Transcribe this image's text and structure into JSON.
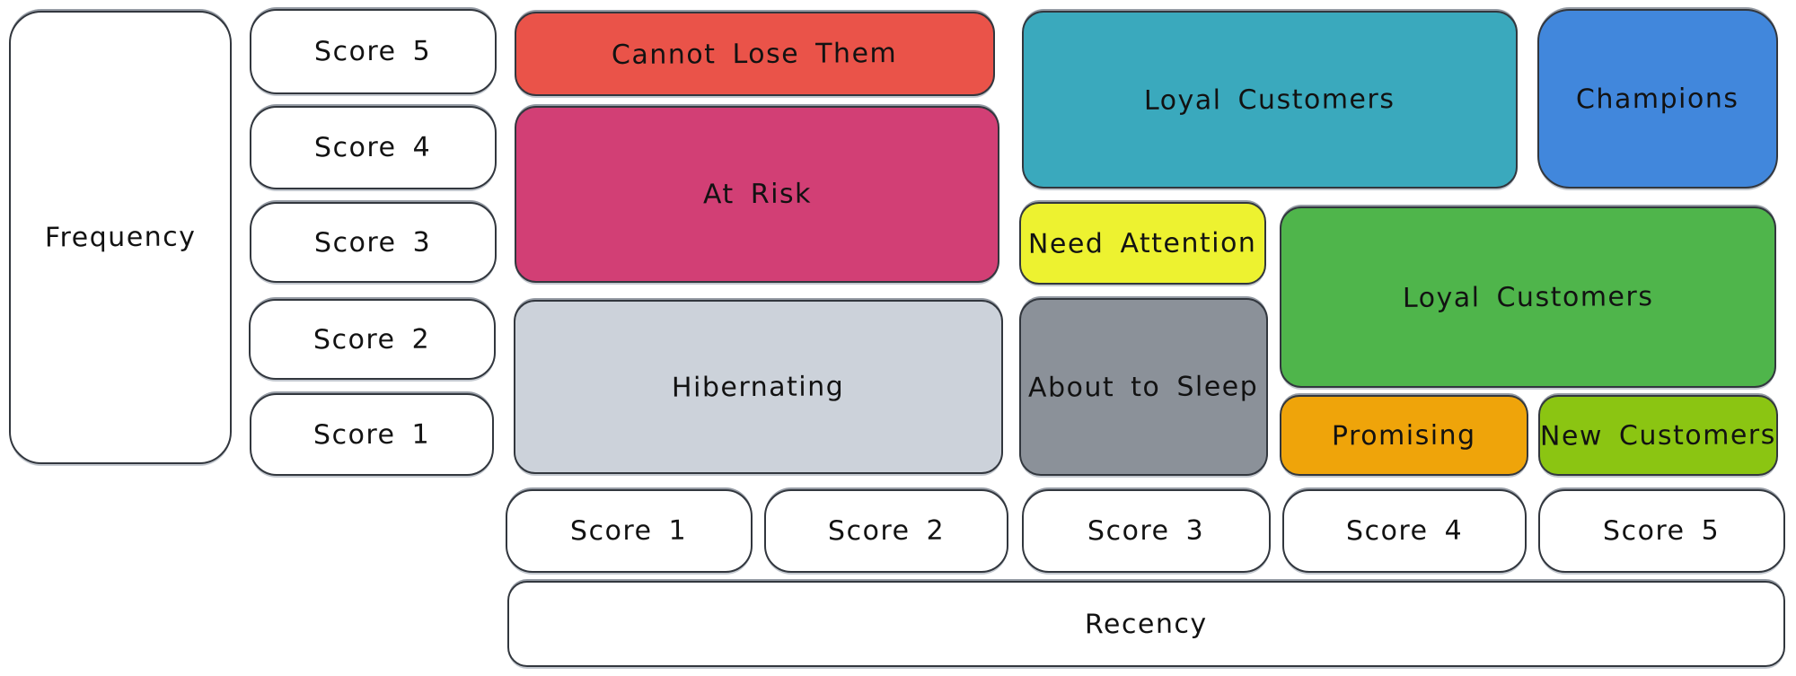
{
  "diagram": {
    "background": "#ffffff",
    "stroke_color": "#32373e",
    "text_color": "#121212"
  },
  "axes": {
    "frequency": {
      "label": "Frequency",
      "scores": [
        "Score 5",
        "Score 4",
        "Score 3",
        "Score 2",
        "Score 1"
      ]
    },
    "recency": {
      "label": "Recency",
      "scores": [
        "Score 1",
        "Score 2",
        "Score 3",
        "Score 4",
        "Score 5"
      ]
    }
  },
  "segments": {
    "cannot_lose_them": {
      "label": "Cannot Lose Them",
      "color": "#ea5349"
    },
    "at_risk": {
      "label": "At Risk",
      "color": "#d23f75"
    },
    "hibernating": {
      "label": "Hibernating",
      "color": "#ccd2da"
    },
    "loyal_customers_top": {
      "label": "Loyal Customers",
      "color": "#3aa9bd"
    },
    "champions": {
      "label": "Champions",
      "color": "#4187dc"
    },
    "need_attention": {
      "label": "Need Attention",
      "color": "#edf230"
    },
    "about_to_sleep": {
      "label": "About to Sleep",
      "color": "#8b9199"
    },
    "loyal_customers_mid": {
      "label": "Loyal Customers",
      "color": "#4fb54b"
    },
    "promising": {
      "label": "Promising",
      "color": "#efa40a"
    },
    "new_customers": {
      "label": "New Customers",
      "color": "#8bc512"
    }
  }
}
